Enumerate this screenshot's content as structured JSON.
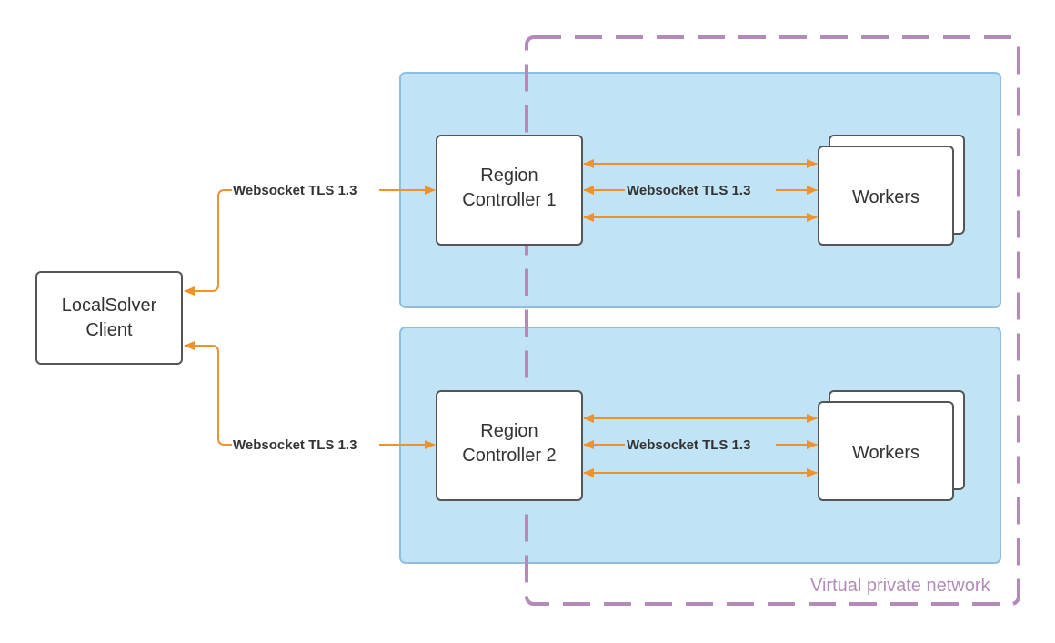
{
  "colors": {
    "region_fill": "#c1e3f6",
    "region_stroke": "#8fbfe0",
    "vpn": "#b48bb8",
    "arrow": "#f0922a",
    "node_stroke": "#555555",
    "text": "#333333"
  },
  "client": {
    "line1": "LocalSolver",
    "line2": "Client"
  },
  "regions": [
    {
      "controller_line1": "Region",
      "controller_line2": "Controller 1",
      "workers_label": "Workers",
      "link_label": "Websocket TLS 1.3",
      "client_link_label": "Websocket TLS 1.3"
    },
    {
      "controller_line1": "Region",
      "controller_line2": "Controller 2",
      "workers_label": "Workers",
      "link_label": "Websocket TLS 1.3",
      "client_link_label": "Websocket TLS 1.3"
    }
  ],
  "vpn": {
    "label": "Virtual private network"
  }
}
